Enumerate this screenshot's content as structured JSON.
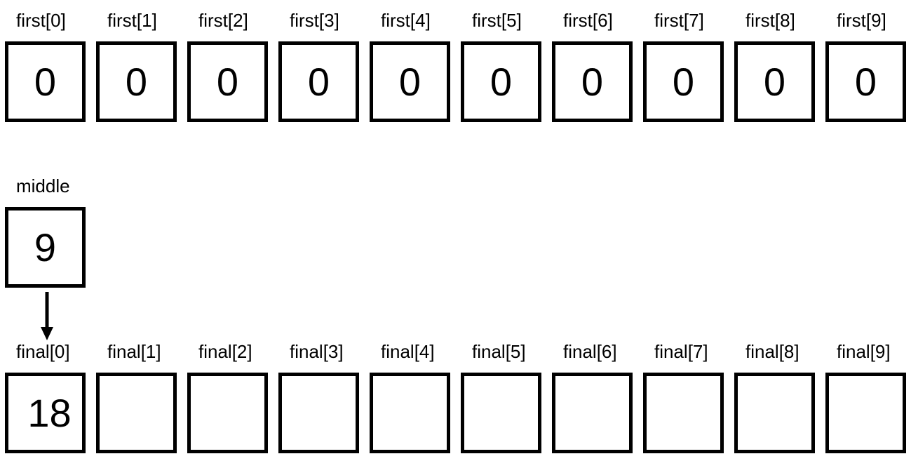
{
  "first": {
    "labels": [
      "first[0]",
      "first[1]",
      "first[2]",
      "first[3]",
      "first[4]",
      "first[5]",
      "first[6]",
      "first[7]",
      "first[8]",
      "first[9]"
    ],
    "values": [
      "0",
      "0",
      "0",
      "0",
      "0",
      "0",
      "0",
      "0",
      "0",
      "0"
    ]
  },
  "middle": {
    "label": "middle",
    "value": "9"
  },
  "final": {
    "labels": [
      "final[0]",
      "final[1]",
      "final[2]",
      "final[3]",
      "final[4]",
      "final[5]",
      "final[6]",
      "final[7]",
      "final[8]",
      "final[9]"
    ],
    "values": [
      "18",
      "",
      "",
      "",
      "",
      "",
      "",
      "",
      "",
      ""
    ]
  },
  "colors": {
    "stroke": "#000000",
    "background": "#ffffff"
  }
}
